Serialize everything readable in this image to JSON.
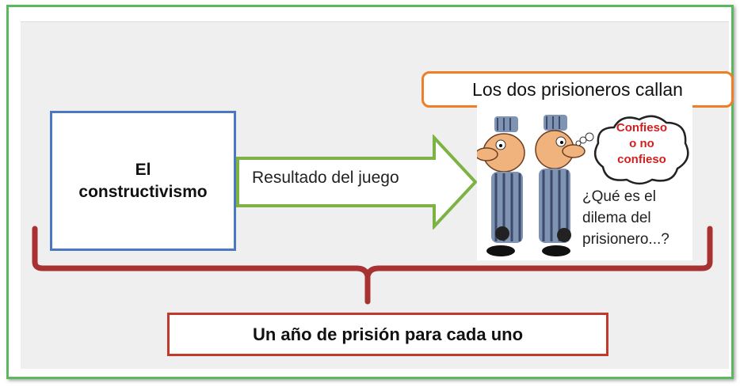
{
  "concept": {
    "line1": "El",
    "line2": "constructivismo"
  },
  "arrow_label": "Resultado del juego",
  "scenario": "Los dos prisioneros callan",
  "thought": {
    "line1": "Confieso",
    "line2": "o no",
    "line3": "confieso"
  },
  "question": {
    "line1": "¿Qué es el",
    "line2": "dilema del",
    "line3": "prisionero...?"
  },
  "result": "Un año de prisión para cada uno",
  "colors": {
    "frame": "#5cb85c",
    "concept_border": "#4a78c2",
    "arrow_border": "#7cb342",
    "callout_border": "#f07e26",
    "brace": "#a83232",
    "result_border": "#c0392b",
    "thought_text": "#d01f1f"
  }
}
